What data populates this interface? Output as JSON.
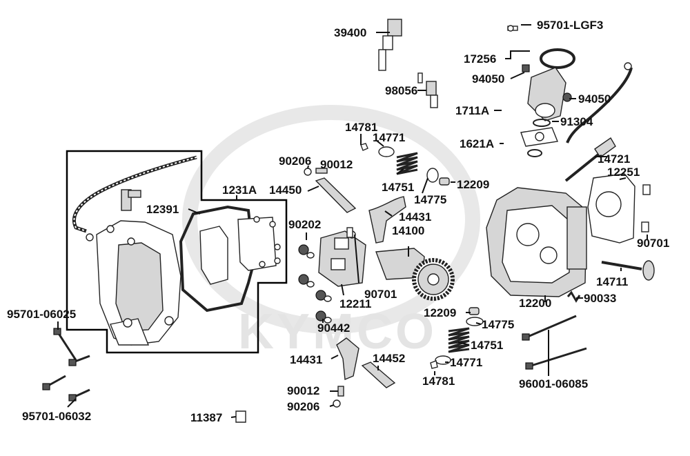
{
  "watermark": "KYMCO",
  "labels": {
    "l39400": "39400",
    "l95701lgf3": "95701-LGF3",
    "l17256": "17256",
    "l94050a": "94050",
    "l94050b": "94050",
    "l98056": "98056",
    "l1711a": "1711A",
    "l91304": "91304",
    "l14781a": "14781",
    "l14771a": "14771",
    "l1621a": "1621A",
    "l90206a": "90206",
    "l90012a": "90012",
    "l14721": "14721",
    "l12251": "12251",
    "l1231a": "1231A",
    "l14450": "14450",
    "l14751a": "14751",
    "l12209a": "12209",
    "l14775a": "14775",
    "l12391": "12391",
    "l14431a": "14431",
    "l90202": "90202",
    "l14100": "14100",
    "l90701a": "90701",
    "l90701b": "90701",
    "l14711": "14711",
    "l12211": "12211",
    "l12200": "12200",
    "l90033": "90033",
    "l9570106025": "95701-06025",
    "l12209b": "12209",
    "l14775b": "14775",
    "l90442": "90442",
    "l14751b": "14751",
    "l14431b": "14431",
    "l14452": "14452",
    "l14771b": "14771",
    "l14781b": "14781",
    "l9600106085": "96001-06085",
    "l90012b": "90012",
    "l90206b": "90206",
    "l9570106032": "95701-06032",
    "l11387": "11387"
  }
}
